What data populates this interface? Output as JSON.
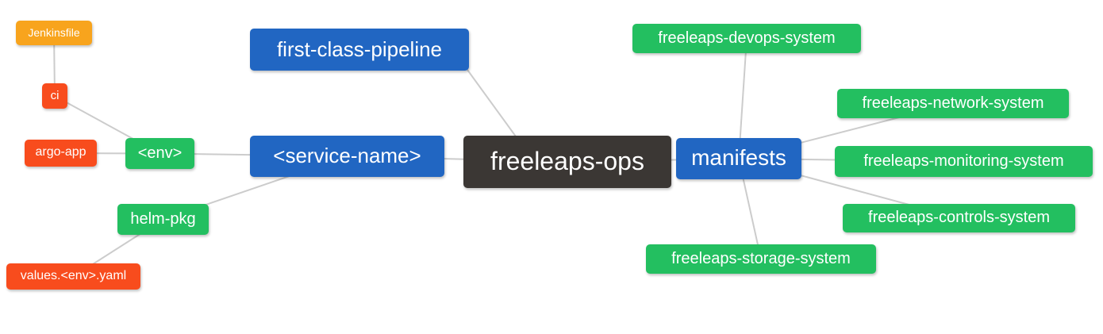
{
  "colors": {
    "blue": "#2166C2",
    "green": "#23BF60",
    "orange": "#F8A41D",
    "red": "#F84C1D",
    "dark": "#3B3734",
    "edge": "#CCCCCC",
    "background": "#FFFFFF",
    "text": "#FFFFFF"
  },
  "nodes": {
    "freeleaps-ops": {
      "label": "freeleaps-ops",
      "color": "dark"
    },
    "first-class-pipeline": {
      "label": "first-class-pipeline",
      "color": "blue"
    },
    "service-name": {
      "label": "<service-name>",
      "color": "blue"
    },
    "manifests": {
      "label": "manifests",
      "color": "blue"
    },
    "env": {
      "label": "<env>",
      "color": "green"
    },
    "helm-pkg": {
      "label": "helm-pkg",
      "color": "green"
    },
    "jenkinsfile": {
      "label": "Jenkinsfile",
      "color": "orange"
    },
    "ci": {
      "label": "ci",
      "color": "red"
    },
    "argo-app": {
      "label": "argo-app",
      "color": "red"
    },
    "values-env-yaml": {
      "label": "values.<env>.yaml",
      "color": "red"
    },
    "freeleaps-devops-system": {
      "label": "freeleaps-devops-system",
      "color": "green"
    },
    "freeleaps-network-system": {
      "label": "freeleaps-network-system",
      "color": "green"
    },
    "freeleaps-monitoring-system": {
      "label": "freeleaps-monitoring-system",
      "color": "green"
    },
    "freeleaps-controls-system": {
      "label": "freeleaps-controls-system",
      "color": "green"
    },
    "freeleaps-storage-system": {
      "label": "freeleaps-storage-system",
      "color": "green"
    }
  },
  "edges": [
    {
      "from": "jenkinsfile",
      "to": "ci"
    },
    {
      "from": "ci",
      "to": "env"
    },
    {
      "from": "argo-app",
      "to": "env"
    },
    {
      "from": "env",
      "to": "service-name"
    },
    {
      "from": "helm-pkg",
      "to": "service-name"
    },
    {
      "from": "values-env-yaml",
      "to": "helm-pkg"
    },
    {
      "from": "first-class-pipeline",
      "to": "freeleaps-ops",
      "via": [
        [
          589,
          88
        ],
        [
          650,
          172
        ]
      ]
    },
    {
      "from": "service-name",
      "to": "freeleaps-ops"
    },
    {
      "from": "freeleaps-ops",
      "to": "manifests"
    },
    {
      "from": "manifests",
      "to": "freeleaps-devops-system"
    },
    {
      "from": "manifests",
      "to": "freeleaps-network-system"
    },
    {
      "from": "manifests",
      "to": "freeleaps-monitoring-system"
    },
    {
      "from": "manifests",
      "to": "freeleaps-controls-system"
    },
    {
      "from": "manifests",
      "to": "freeleaps-storage-system"
    }
  ]
}
